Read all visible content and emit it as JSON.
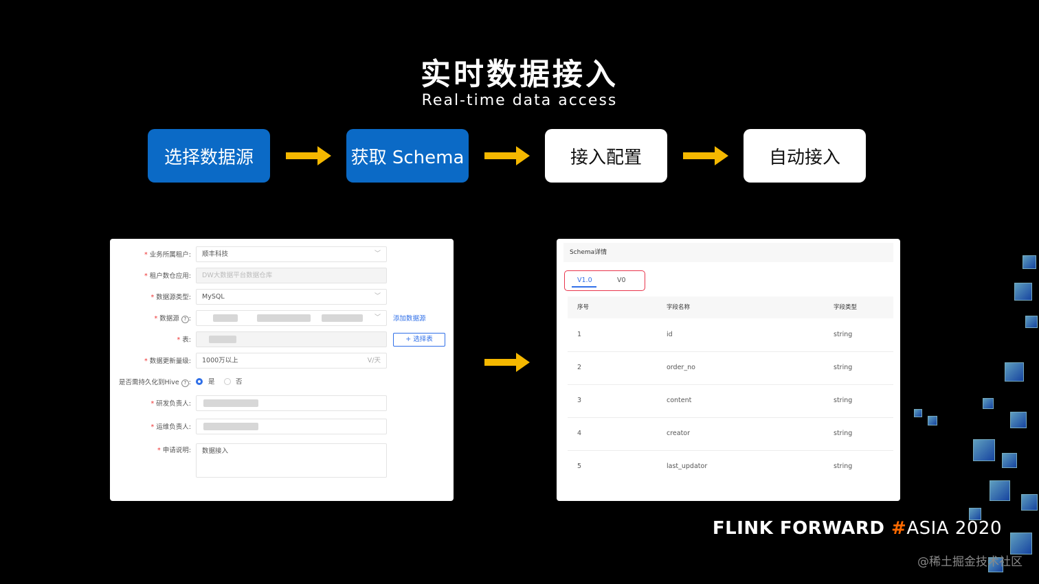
{
  "slide": {
    "title": "实时数据接入",
    "subtitle": "Real-time data access",
    "steps": [
      "选择数据源",
      "获取 Schema",
      "接入配置",
      "自动接入"
    ]
  },
  "form": {
    "fields": [
      {
        "label": "业务所属租户:",
        "value": "顺丰科技"
      },
      {
        "label": "租户数仓应用:",
        "placeholder": "DW大数据平台数据仓库"
      },
      {
        "label": "数据源类型:",
        "value": "MySQL"
      },
      {
        "label": "数据源",
        "help": "?"
      },
      {
        "label": "表:"
      },
      {
        "label": "数据更新量级:",
        "value": "1000万以上",
        "suffix": "V/天"
      },
      {
        "label": "是否需持久化到Hive",
        "help": "?"
      },
      {
        "label": "研发负责人:"
      },
      {
        "label": "运维负责人:"
      },
      {
        "label": "申请说明:",
        "value": "数据接入"
      }
    ],
    "add_datasource_link": "添加数据源",
    "select_table_button": "+ 选择表",
    "radio_yes": "是",
    "radio_no": "否"
  },
  "schema": {
    "header": "Schema详情",
    "tabs": [
      "V1.0",
      "V0"
    ],
    "columns": [
      "序号",
      "字段名称",
      "字段类型"
    ],
    "rows": [
      [
        "1",
        "id",
        "string"
      ],
      [
        "2",
        "order_no",
        "string"
      ],
      [
        "3",
        "content",
        "string"
      ],
      [
        "4",
        "creator",
        "string"
      ],
      [
        "5",
        "last_updator",
        "string"
      ]
    ]
  },
  "branding": {
    "logo_main": "FLINK FORWARD",
    "logo_hash": "#",
    "logo_event": "ASIA 2020",
    "watermark": "@稀土掘金技术社区"
  },
  "colors": {
    "blue_step": "#0b6ac6",
    "arrow": "#f5b800",
    "logo_hash": "#ff6a00",
    "tab_highlight": "#e8334a",
    "radio": "#2f6fe8"
  }
}
